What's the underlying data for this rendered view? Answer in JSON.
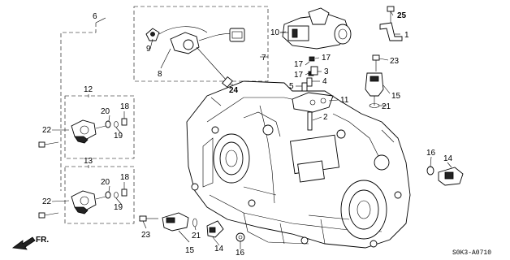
{
  "diagram": {
    "diagram_code": "S0K3-A0710",
    "orientation_label": "FR.",
    "callouts": [
      {
        "id": "c1",
        "text": "1"
      },
      {
        "id": "c2",
        "text": "2"
      },
      {
        "id": "c3",
        "text": "3"
      },
      {
        "id": "c4",
        "text": "4"
      },
      {
        "id": "c5",
        "text": "5"
      },
      {
        "id": "c6",
        "text": "6"
      },
      {
        "id": "c7",
        "text": "7"
      },
      {
        "id": "c8",
        "text": "8"
      },
      {
        "id": "c9",
        "text": "9"
      },
      {
        "id": "c10",
        "text": "10"
      },
      {
        "id": "c11",
        "text": "11"
      },
      {
        "id": "c12",
        "text": "12"
      },
      {
        "id": "c13",
        "text": "13"
      },
      {
        "id": "c14a",
        "text": "14"
      },
      {
        "id": "c14b",
        "text": "14"
      },
      {
        "id": "c15a",
        "text": "15"
      },
      {
        "id": "c15b",
        "text": "15"
      },
      {
        "id": "c16a",
        "text": "16"
      },
      {
        "id": "c16b",
        "text": "16"
      },
      {
        "id": "c17a",
        "text": "17"
      },
      {
        "id": "c17b",
        "text": "17"
      },
      {
        "id": "c17c",
        "text": "17"
      },
      {
        "id": "c18a",
        "text": "18"
      },
      {
        "id": "c18b",
        "text": "18"
      },
      {
        "id": "c19a",
        "text": "19"
      },
      {
        "id": "c19b",
        "text": "19"
      },
      {
        "id": "c20a",
        "text": "20"
      },
      {
        "id": "c20b",
        "text": "20"
      },
      {
        "id": "c21a",
        "text": "21"
      },
      {
        "id": "c21b",
        "text": "21"
      },
      {
        "id": "c22a",
        "text": "22"
      },
      {
        "id": "c22b",
        "text": "22"
      },
      {
        "id": "c23a",
        "text": "23"
      },
      {
        "id": "c23b",
        "text": "23"
      },
      {
        "id": "c24",
        "text": "24"
      },
      {
        "id": "c25",
        "text": "25"
      }
    ]
  }
}
